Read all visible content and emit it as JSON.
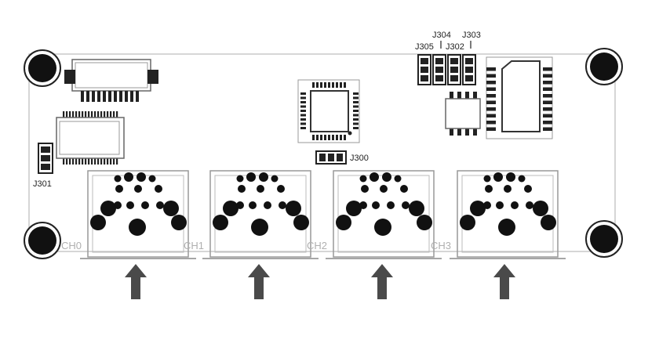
{
  "labels": {
    "j300": "J300",
    "j301": "J301",
    "j302": "J302",
    "j303": "J303",
    "j304": "J304",
    "j305": "J305"
  },
  "connectors": [
    {
      "label": "CH0"
    },
    {
      "label": "CH1"
    },
    {
      "label": "CH2"
    },
    {
      "label": "CH3"
    }
  ],
  "colors": {
    "outline": "#c8c8c8",
    "ink": "#111111",
    "arrow": "#4a4a4a"
  }
}
